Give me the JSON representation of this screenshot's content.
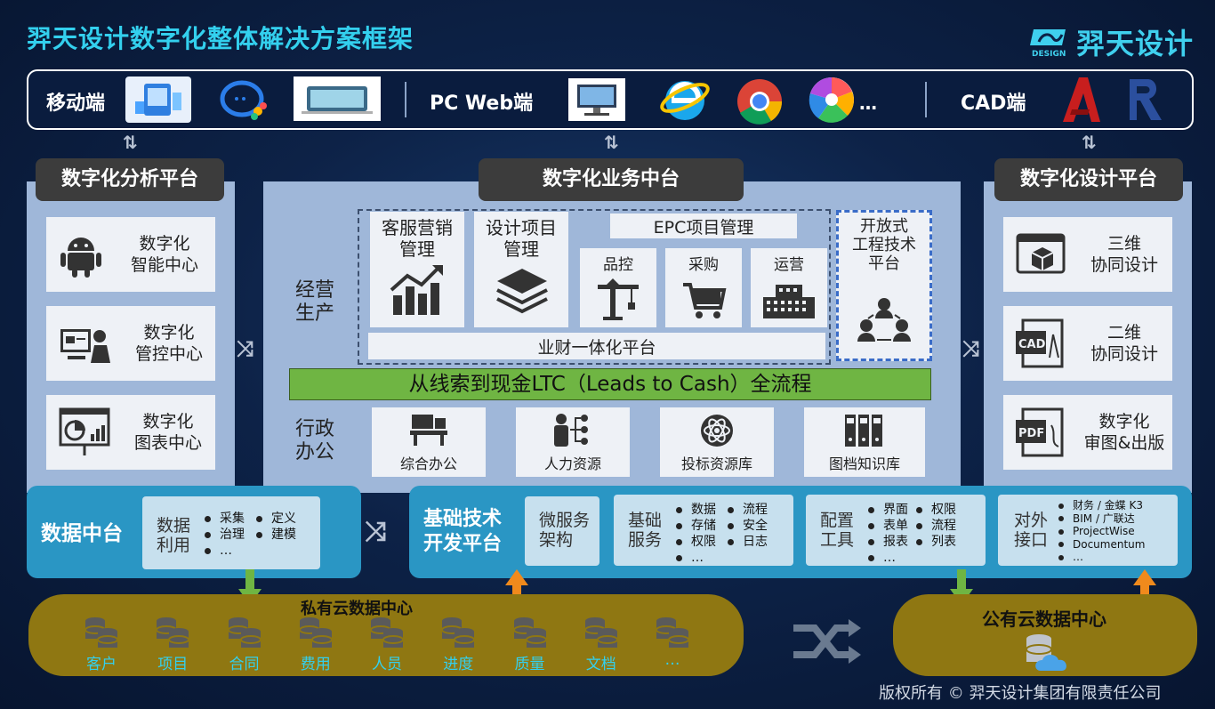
{
  "title": "羿天设计数字化整体解决方案框架",
  "logo": {
    "mark": "DESIGN",
    "name": "羿天设计"
  },
  "top": {
    "mobile": "移动端",
    "pc": "PC Web端",
    "ellipsis": "…",
    "cad": "CAD端"
  },
  "analysis": {
    "title": "数字化分析平台",
    "items": [
      {
        "line1": "数字化",
        "line2": "智能中心"
      },
      {
        "line1": "数字化",
        "line2": "管控中心"
      },
      {
        "line1": "数字化",
        "line2": "图表中心"
      }
    ]
  },
  "business": {
    "title": "数字化业务中台",
    "section1": {
      "line1": "经营",
      "line2": "生产"
    },
    "marketing": {
      "line1": "客服营销",
      "line2": "管理"
    },
    "design_proj": {
      "line1": "设计项目",
      "line2": "管理"
    },
    "epc": {
      "title": "EPC项目管理",
      "items": [
        "品控",
        "采购",
        "运营"
      ]
    },
    "open": {
      "line1": "开放式",
      "line2": "工程技术",
      "line3": "平台"
    },
    "finance": "业财一体化平台",
    "ltc": "从线索到现金LTC（Leads to Cash）全流程",
    "section2": {
      "line1": "行政",
      "line2": "办公"
    },
    "admin": [
      "综合办公",
      "人力资源",
      "投标资源库",
      "图档知识库"
    ]
  },
  "design": {
    "title": "数字化设计平台",
    "items": [
      {
        "line1": "三维",
        "line2": "协同设计"
      },
      {
        "line1": "二维",
        "line2": "协同设计"
      },
      {
        "line1": "数字化",
        "line2": "审图&出版"
      }
    ]
  },
  "data_center": {
    "title": "数据中台",
    "label1": "数据",
    "label2": "利用",
    "bullets_col1": [
      "采集",
      "治理",
      "…"
    ],
    "bullets_col2": [
      "定义",
      "建模"
    ]
  },
  "tech": {
    "title1": "基础技术",
    "title2": "开发平台",
    "micro": {
      "line1": "微服务",
      "line2": "架构"
    },
    "basic": {
      "line1": "基础",
      "line2": "服务",
      "col1": [
        "数据",
        "存储",
        "权限",
        "…"
      ],
      "col2": [
        "流程",
        "安全",
        "日志"
      ]
    },
    "config": {
      "line1": "配置",
      "line2": "工具",
      "col1": [
        "界面",
        "表单",
        "报表",
        "…"
      ],
      "col2": [
        "权限",
        "流程",
        "列表"
      ]
    },
    "external": {
      "line1": "对外",
      "line2": "接口",
      "items": [
        "财务 / 金蝶 K3",
        "BIM / 广联达",
        "ProjectWise",
        "Documentum",
        "…"
      ]
    }
  },
  "private_cloud": {
    "title": "私有云数据中心",
    "items": [
      "客户",
      "项目",
      "合同",
      "费用",
      "人员",
      "进度",
      "质量",
      "文档",
      "…"
    ]
  },
  "public_cloud": {
    "title": "公有云数据中心"
  },
  "copyright": "版权所有 © 羿天设计集团有限责任公司",
  "colors": {
    "accent": "#33d0ee",
    "panel": "#9fb7d9",
    "ltc": "#6fb543",
    "data_bar": "#2a96c4",
    "cloud": "#8f7712"
  }
}
